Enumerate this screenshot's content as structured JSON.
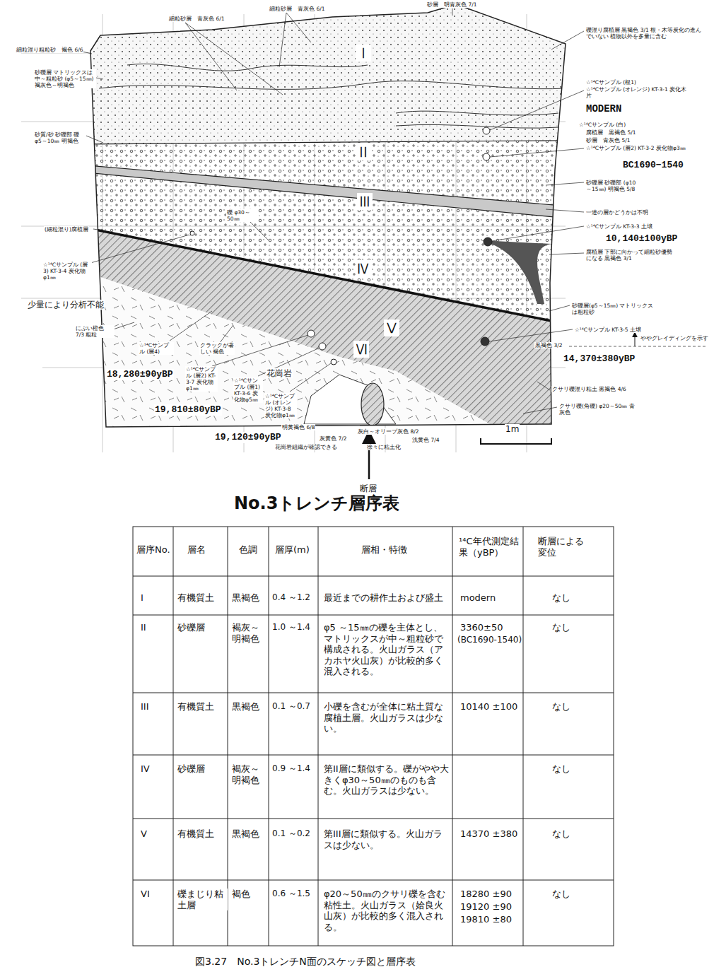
{
  "diagram": {
    "title": "No.3トレンチ層序表",
    "caption": "図3.27　No.3トレンチN面のスケッチ図と層序表",
    "labels": [
      "細粒砂層　青灰色 6/1",
      "細粒砂層　青灰色 6/1",
      "砂層　明青灰色 7/1",
      "細粒混り粗粒砂　褐色 6/6",
      "砂礫層 マトリックスは中～粗粒砂 (φ5～15㎜) 褐灰色～明褐色",
      "砂質/砂 砂礫部 礫φ5～10㎜ 明褐色",
      "(細粒混り)腐植層",
      "☆¹⁴Cサンプル (層3) KT-3-4 炭化物φ1㎜",
      "少量により分析不能",
      "にぶい橙色 7/3 粗粒",
      "☆¹⁴Cサンプル (層4)",
      "クラックが著しい 褐色",
      "18,280±90yBP",
      "☆¹⁴Cサンプル (層2) KT-3-7 炭化物φ1㎜",
      "☆¹⁴Cサンプル (層1) KT-3-6 炭化物φ5㎜",
      "花崗岩",
      "19,810±80yBP",
      "☆¹⁴Cサンプル (オレンジ) KT-3-8 炭化物φ1㎜",
      "19,120±90yBP",
      "明黄褐色 6/8",
      "灰黄色 7/2",
      "灰白～オリーブ灰色 8/2",
      "浅黄色 7/4",
      "徐々に粘土化",
      "花崗岩組織が確認できる",
      "断層",
      "1m",
      "礫混り腐植層 黒褐色 3/1 根・木等炭化の進んでいない 植物以外を多量に含む",
      "☆¹⁴Cサンプル (根1)",
      "☆¹⁴Cサンプル (オレンジ) KT-3-1 炭化木片",
      "MODERN",
      "☆¹⁴Cサンプル (白)",
      "腐植層　黒褐色 5/1",
      "砂層　青灰色 5/1",
      "☆¹⁴Cサンプル (層2) KT-3-2 炭化物φ3㎜",
      "BC1690−1540",
      "砂礫層 砂礫部 (φ10～15㎜) 明褐色 5/8",
      "一連の層かどうかは不明",
      "☆¹⁴Cサンプル KT-3-3 土壌",
      "10,140±100yBP",
      "腐植層 下部に向かって細粒砂優勢になる 黒褐色 3/1",
      "砂礫層(φ5～15㎜) マトリックスは粗粒砂",
      "☆¹⁴Cサンプル KT-3-5 土壌",
      "ややグレイディングを示す",
      "黒褐色 3/2",
      "14,370±380yBP",
      "クサリ礫混り粘土 黒褐色 4/6",
      "クサリ礫(角礫) φ20～50㎜ 青灰色",
      "礫 φ30～50㎜",
      "Ⅰ",
      "Ⅱ",
      "Ⅲ",
      "Ⅳ",
      "Ⅴ",
      "Ⅵ",
      "層序No.",
      "層名",
      "色調",
      "層厚(m)",
      "層相・特徴",
      "¹⁴C年代測定結果（yBP）",
      "断層による変位",
      "I",
      "有機質土",
      "黒褐色",
      "0.4 ～1.2",
      "最近までの耕作土および盛土",
      "modern",
      "なし",
      "II",
      "砂礫層",
      "褐灰～明褐色",
      "1.0 ～1.4",
      "φ5 ～15㎜の礫を主体とし、マトリックスが中～粗粒砂で構成される。火山ガラス（アカホヤ火山灰）が比較的多く混入される。",
      "3360±50",
      "(BC1690-1540)",
      "なし",
      "III",
      "有機質土",
      "黒褐色",
      "0.1 ～0.7",
      "小礫を含むが全体に粘土質な腐植土層。火山ガラスは少ない。",
      "10140 ±100",
      "なし",
      "IV",
      "砂礫層",
      "褐灰～明褐色",
      "0.9 ～1.4",
      "第II層に類似する。礫がやや大きくφ30～50㎜のものも含む。火山ガラスは少ない。",
      "なし",
      "V",
      "有機質土",
      "黒褐色",
      "0.1 ～0.2",
      "第III層に類似する。火山ガラスは少ない。",
      "14370 ±380",
      "なし",
      "VI",
      "礫まじり粘土層",
      "褐色",
      "0.6 ～1.5",
      "φ20～50㎜のクサリ礫を含む粘性土。火山ガラス（姶良火山灰）が比較的多く混入される。",
      "18280 ±90",
      "19120 ±90",
      "19810 ±80",
      "なし"
    ]
  }
}
